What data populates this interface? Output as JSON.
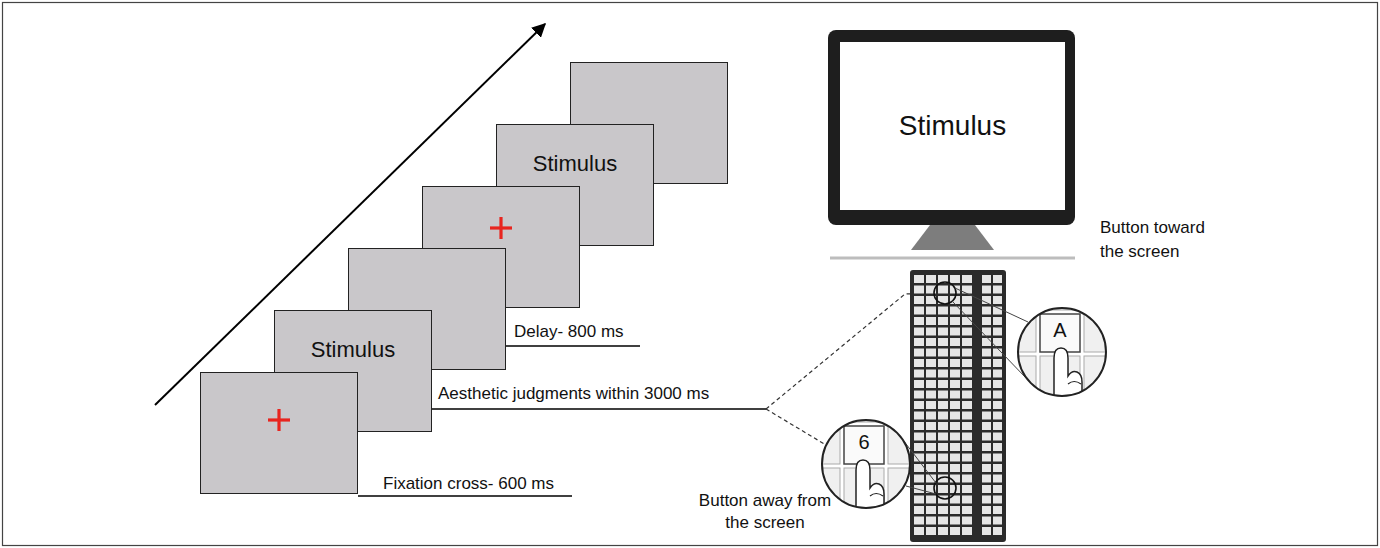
{
  "diagram": {
    "nodes": [
      {
        "text": [
          "Stimulus"
        ]
      },
      {
        "text": [
          "Stimulus"
        ]
      },
      {
        "text": [
          "Stimulus"
        ]
      }
    ],
    "labels": [
      "Fixation cross- 600 ms",
      "Aesthetic judgments within 3000 ms",
      "Delay- 800 ms",
      "Button toward the screen",
      "Button away from the screen",
      "A",
      "6"
    ]
  }
}
